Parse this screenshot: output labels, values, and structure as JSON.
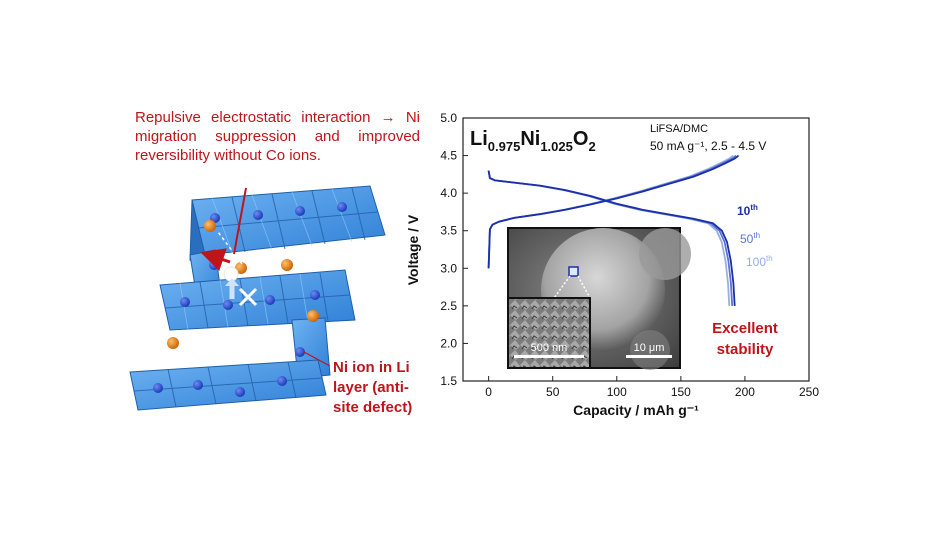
{
  "annotations": {
    "repulsive": "Repulsive electrostatic interaction → Ni migration suppression and improved reversibility without Co ions.",
    "ni_ion": "Ni ion in Li layer (anti-site defect)",
    "stability": "Excellent stability"
  },
  "colors": {
    "annotation": "#c0141b",
    "octahedra": "#3f8fe0",
    "ni_atom": "#1f4fd0",
    "li_atom": "#e07b12",
    "cycle_10": "#1b2fa8",
    "cycle_50": "#5b74d6",
    "cycle_100": "#9aaee6"
  },
  "chart_data": {
    "type": "line",
    "title_parts": {
      "base": "Li",
      "sub1": "0.975",
      "mid": "Ni",
      "sub2": "1.025",
      "end": "O",
      "sub3": "2"
    },
    "subtitle_line1": "LiFSA/DMC",
    "subtitle_line2": "50 mA g⁻¹, 2.5 - 4.5 V",
    "xlabel": "Capacity   /   mAh g⁻¹",
    "ylabel": "Voltage   /   V",
    "xlim": [
      -20,
      250
    ],
    "ylim": [
      1.5,
      5.0
    ],
    "xticks": [
      0,
      50,
      100,
      150,
      200,
      250
    ],
    "yticks": [
      1.5,
      2.0,
      2.5,
      3.0,
      3.5,
      4.0,
      4.5,
      5.0
    ],
    "xtick_labels": [
      "0",
      "50",
      "100",
      "150",
      "200",
      "250"
    ],
    "ytick_labels": [
      "1.5",
      "2.0",
      "2.5",
      "3.0",
      "3.5",
      "4.0",
      "4.5",
      "5.0"
    ],
    "series": [
      {
        "name": "10th",
        "label_base": "10",
        "label_sup": "th",
        "capacity_scale": 1.0,
        "charge": [
          [
            0,
            3.0
          ],
          [
            1,
            3.52
          ],
          [
            3,
            3.58
          ],
          [
            8,
            3.62
          ],
          [
            20,
            3.67
          ],
          [
            40,
            3.72
          ],
          [
            60,
            3.78
          ],
          [
            80,
            3.85
          ],
          [
            100,
            3.93
          ],
          [
            120,
            4.02
          ],
          [
            140,
            4.12
          ],
          [
            160,
            4.22
          ],
          [
            175,
            4.32
          ],
          [
            185,
            4.4
          ],
          [
            192,
            4.46
          ],
          [
            195,
            4.5
          ]
        ],
        "discharge": [
          [
            0,
            4.3
          ],
          [
            1,
            4.2
          ],
          [
            5,
            4.17
          ],
          [
            20,
            4.14
          ],
          [
            40,
            4.1
          ],
          [
            60,
            4.04
          ],
          [
            80,
            3.96
          ],
          [
            100,
            3.86
          ],
          [
            120,
            3.78
          ],
          [
            140,
            3.72
          ],
          [
            160,
            3.66
          ],
          [
            175,
            3.6
          ],
          [
            182,
            3.5
          ],
          [
            186,
            3.35
          ],
          [
            189,
            3.1
          ],
          [
            191,
            2.8
          ],
          [
            192,
            2.5
          ]
        ]
      },
      {
        "name": "50th",
        "label_base": "50",
        "label_sup": "th",
        "capacity_scale": 0.99,
        "charge": [
          [
            0,
            3.0
          ],
          [
            1,
            3.52
          ],
          [
            3,
            3.58
          ],
          [
            8,
            3.62
          ],
          [
            20,
            3.67
          ],
          [
            40,
            3.72
          ],
          [
            60,
            3.78
          ],
          [
            80,
            3.85
          ],
          [
            100,
            3.93
          ],
          [
            120,
            4.02
          ],
          [
            140,
            4.12
          ],
          [
            160,
            4.22
          ],
          [
            175,
            4.32
          ],
          [
            185,
            4.4
          ],
          [
            192,
            4.46
          ],
          [
            195,
            4.5
          ]
        ],
        "discharge": [
          [
            0,
            4.3
          ],
          [
            1,
            4.2
          ],
          [
            5,
            4.17
          ],
          [
            20,
            4.14
          ],
          [
            40,
            4.1
          ],
          [
            60,
            4.04
          ],
          [
            80,
            3.96
          ],
          [
            100,
            3.86
          ],
          [
            120,
            3.78
          ],
          [
            140,
            3.72
          ],
          [
            160,
            3.66
          ],
          [
            175,
            3.6
          ],
          [
            182,
            3.5
          ],
          [
            186,
            3.35
          ],
          [
            189,
            3.1
          ],
          [
            191,
            2.8
          ],
          [
            192,
            2.5
          ]
        ]
      },
      {
        "name": "100th",
        "label_base": "100",
        "label_sup": "th",
        "capacity_scale": 0.978,
        "charge": [
          [
            0,
            3.0
          ],
          [
            1,
            3.52
          ],
          [
            3,
            3.58
          ],
          [
            8,
            3.62
          ],
          [
            20,
            3.67
          ],
          [
            40,
            3.72
          ],
          [
            60,
            3.78
          ],
          [
            80,
            3.85
          ],
          [
            100,
            3.93
          ],
          [
            120,
            4.02
          ],
          [
            140,
            4.12
          ],
          [
            160,
            4.22
          ],
          [
            175,
            4.32
          ],
          [
            185,
            4.4
          ],
          [
            192,
            4.46
          ],
          [
            195,
            4.5
          ]
        ],
        "discharge": [
          [
            0,
            4.3
          ],
          [
            1,
            4.2
          ],
          [
            5,
            4.17
          ],
          [
            20,
            4.14
          ],
          [
            40,
            4.1
          ],
          [
            60,
            4.04
          ],
          [
            80,
            3.96
          ],
          [
            100,
            3.86
          ],
          [
            120,
            3.78
          ],
          [
            140,
            3.72
          ],
          [
            160,
            3.66
          ],
          [
            175,
            3.6
          ],
          [
            182,
            3.5
          ],
          [
            186,
            3.35
          ],
          [
            189,
            3.1
          ],
          [
            191,
            2.8
          ],
          [
            192,
            2.5
          ]
        ]
      }
    ],
    "inset": {
      "scale_large": "10 μm",
      "scale_small": "500 nm"
    },
    "grid": false
  }
}
